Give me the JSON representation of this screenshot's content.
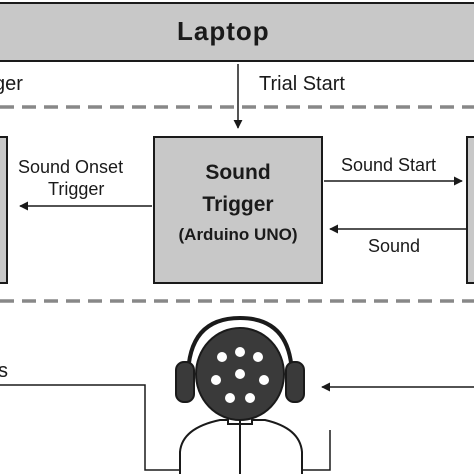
{
  "laptop": {
    "title": "Laptop",
    "left_label_fragment": "ger"
  },
  "arrows": {
    "trial_start": "Trial Start"
  },
  "sound_trigger": {
    "line1": "Sound",
    "line2": "Trigger",
    "line3": "(Arduino UNO)"
  },
  "left_link": {
    "line1": "Sound Onset",
    "line2": "Trigger"
  },
  "right_link": {
    "sound_start": "Sound Start",
    "sound": "Sound"
  },
  "bottom": {
    "left_fragment": "s"
  },
  "colors": {
    "box_fill": "#c8c8c8",
    "stroke": "#1a1a1a",
    "dash": "#888888",
    "head_dark": "#3a3a3a"
  }
}
